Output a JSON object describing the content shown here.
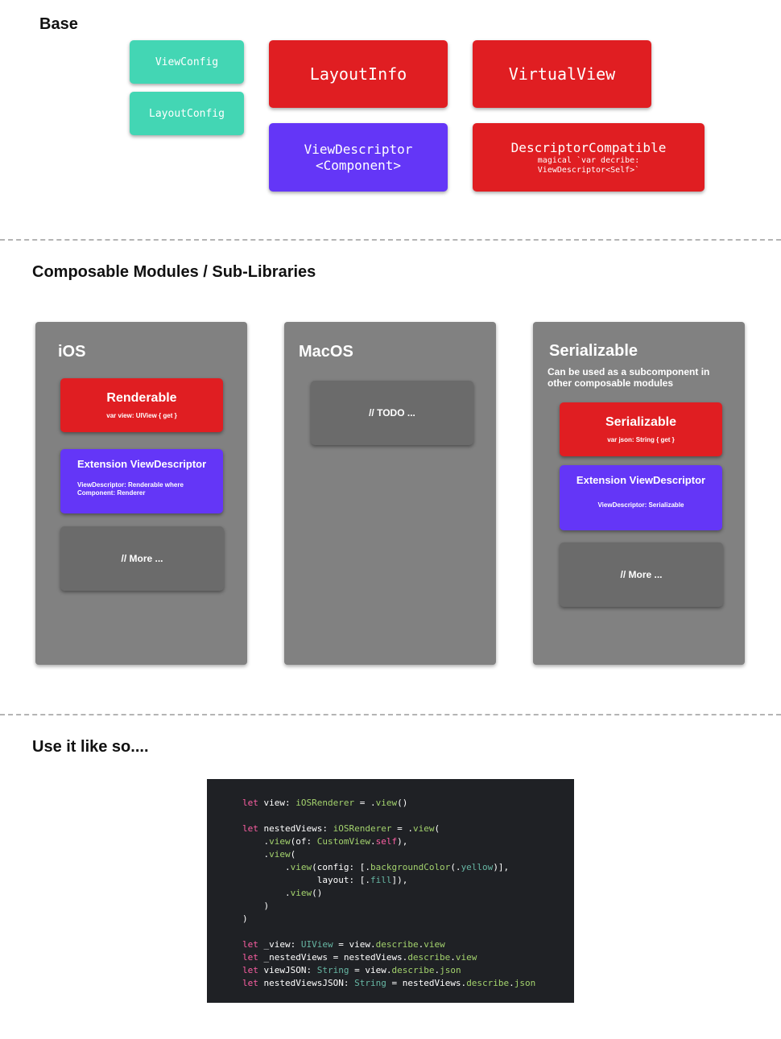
{
  "sections": {
    "base": "Base",
    "modules": "Composable Modules / Sub-Libraries",
    "usage": "Use it like so...."
  },
  "base": {
    "view_config": "ViewConfig",
    "layout_config": "LayoutConfig",
    "layout_info": "LayoutInfo",
    "virtual_view": "VirtualView",
    "view_descriptor_line1": "ViewDescriptor",
    "view_descriptor_line2": "<Component>",
    "descriptor_compatible": "DescriptorCompatible",
    "descriptor_compatible_note1": "magical `var decribe:",
    "descriptor_compatible_note2": "ViewDescriptor<Self>`"
  },
  "modules": {
    "ios": {
      "title": "iOS",
      "renderable_title": "Renderable",
      "renderable_note": "var view: UIView { get }",
      "extension_title": "Extension ViewDescriptor",
      "extension_note1": "ViewDescriptor: Renderable where",
      "extension_note2": "Component: Renderer",
      "more": "// More ..."
    },
    "macos": {
      "title": "MacOS",
      "todo": "// TODO ..."
    },
    "serializable": {
      "title": "Serializable",
      "subtitle1": "Can be used as a subcomponent in",
      "subtitle2": "other composable modules",
      "serializable_title": "Serializable",
      "serializable_note": "var json: String { get }",
      "extension_title": "Extension ViewDescriptor",
      "extension_note": "ViewDescriptor: Serializable",
      "more": "// More ..."
    }
  },
  "code": {
    "tokens": [
      {
        "t": "let",
        "c": "kw"
      },
      {
        "t": " view: "
      },
      {
        "t": "iOSRenderer",
        "c": "ty"
      },
      {
        "t": " = ."
      },
      {
        "t": "view",
        "c": "ty"
      },
      {
        "t": "()"
      },
      {
        "t": "\n"
      },
      {
        "t": "\n"
      },
      {
        "t": "let",
        "c": "kw"
      },
      {
        "t": " nestedViews: "
      },
      {
        "t": "iOSRenderer",
        "c": "ty"
      },
      {
        "t": " = ."
      },
      {
        "t": "view",
        "c": "ty"
      },
      {
        "t": "("
      },
      {
        "t": "\n"
      },
      {
        "t": "    ."
      },
      {
        "t": "view",
        "c": "ty"
      },
      {
        "t": "(of: "
      },
      {
        "t": "CustomView",
        "c": "ty"
      },
      {
        "t": "."
      },
      {
        "t": "self",
        "c": "self"
      },
      {
        "t": "),"
      },
      {
        "t": "\n"
      },
      {
        "t": "    ."
      },
      {
        "t": "view",
        "c": "ty"
      },
      {
        "t": "("
      },
      {
        "t": "\n"
      },
      {
        "t": "        ."
      },
      {
        "t": "view",
        "c": "ty"
      },
      {
        "t": "(config: [."
      },
      {
        "t": "backgroundColor",
        "c": "ty"
      },
      {
        "t": "(."
      },
      {
        "t": "yellow",
        "c": "mem"
      },
      {
        "t": ")],"
      },
      {
        "t": "\n"
      },
      {
        "t": "              layout: [."
      },
      {
        "t": "fill",
        "c": "mem"
      },
      {
        "t": "]),"
      },
      {
        "t": "\n"
      },
      {
        "t": "        ."
      },
      {
        "t": "view",
        "c": "ty"
      },
      {
        "t": "()"
      },
      {
        "t": "\n"
      },
      {
        "t": "    )"
      },
      {
        "t": "\n"
      },
      {
        "t": ")"
      },
      {
        "t": "\n"
      },
      {
        "t": "\n"
      },
      {
        "t": "let",
        "c": "kw"
      },
      {
        "t": " _view: "
      },
      {
        "t": "UIView",
        "c": "mem"
      },
      {
        "t": " = view."
      },
      {
        "t": "describe",
        "c": "ty"
      },
      {
        "t": "."
      },
      {
        "t": "view",
        "c": "ty"
      },
      {
        "t": "\n"
      },
      {
        "t": "let",
        "c": "kw"
      },
      {
        "t": " _nestedViews = nestedViews."
      },
      {
        "t": "describe",
        "c": "ty"
      },
      {
        "t": "."
      },
      {
        "t": "view",
        "c": "ty"
      },
      {
        "t": "\n"
      },
      {
        "t": "let",
        "c": "kw"
      },
      {
        "t": " viewJSON: "
      },
      {
        "t": "String",
        "c": "mem"
      },
      {
        "t": " = view."
      },
      {
        "t": "describe",
        "c": "ty"
      },
      {
        "t": "."
      },
      {
        "t": "json",
        "c": "ty"
      },
      {
        "t": "\n"
      },
      {
        "t": "let",
        "c": "kw"
      },
      {
        "t": " nestedViewsJSON: "
      },
      {
        "t": "String",
        "c": "mem"
      },
      {
        "t": " = nestedViews."
      },
      {
        "t": "describe",
        "c": "ty"
      },
      {
        "t": "."
      },
      {
        "t": "json",
        "c": "ty"
      }
    ]
  }
}
